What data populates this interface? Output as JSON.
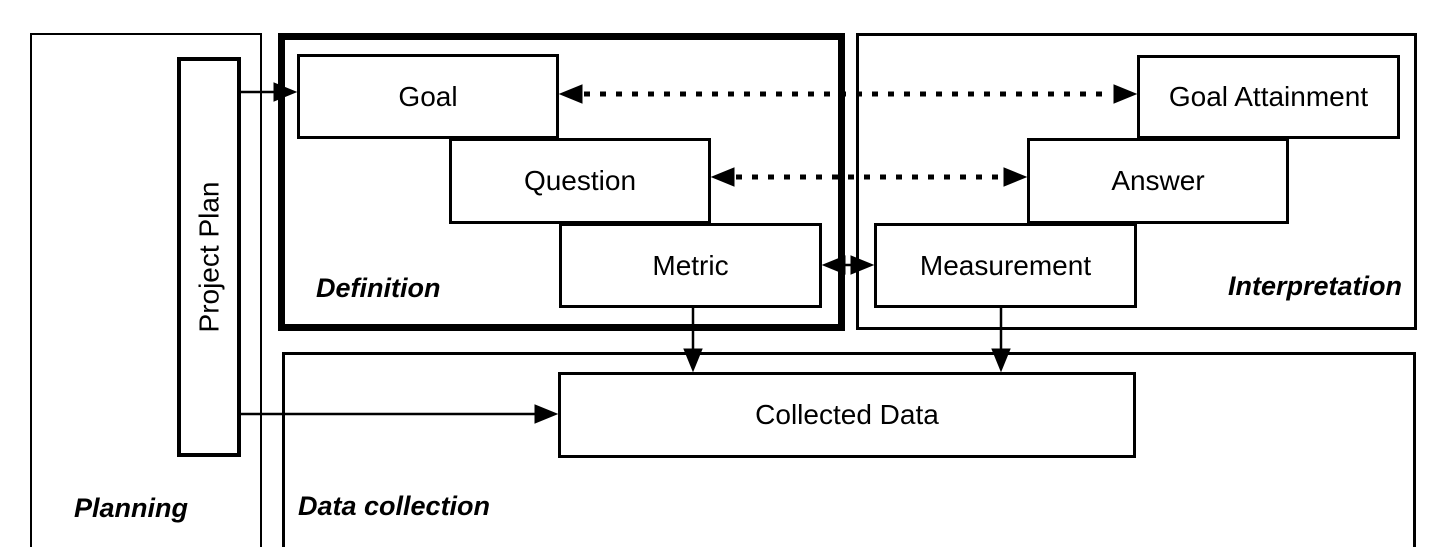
{
  "diagram": {
    "regions": {
      "planning": {
        "label": "Planning"
      },
      "definition": {
        "label": "Definition"
      },
      "interpretation": {
        "label": "Interpretation"
      },
      "data_collection": {
        "label": "Data collection"
      }
    },
    "nodes": {
      "project_plan": {
        "label": "Project Plan"
      },
      "goal": {
        "label": "Goal"
      },
      "question": {
        "label": "Question"
      },
      "metric": {
        "label": "Metric"
      },
      "goal_attainment": {
        "label": "Goal Attainment"
      },
      "answer": {
        "label": "Answer"
      },
      "measurement": {
        "label": "Measurement"
      },
      "collected_data": {
        "label": "Collected Data"
      }
    },
    "connections": [
      {
        "from": "Project Plan",
        "to": "Goal",
        "style": "solid-arrow"
      },
      {
        "from": "Project Plan",
        "to": "Collected Data",
        "style": "solid-arrow"
      },
      {
        "from": "Metric",
        "to": "Collected Data",
        "style": "solid-arrow"
      },
      {
        "from": "Measurement",
        "to": "Collected Data",
        "style": "solid-arrow"
      },
      {
        "from": "Metric",
        "to": "Measurement",
        "style": "solid-double-arrow"
      },
      {
        "from": "Goal",
        "to": "Goal Attainment",
        "style": "dashed-double-arrow"
      },
      {
        "from": "Question",
        "to": "Answer",
        "style": "dashed-double-arrow"
      }
    ],
    "colors": {
      "line": "#000000",
      "background": "#ffffff"
    }
  }
}
